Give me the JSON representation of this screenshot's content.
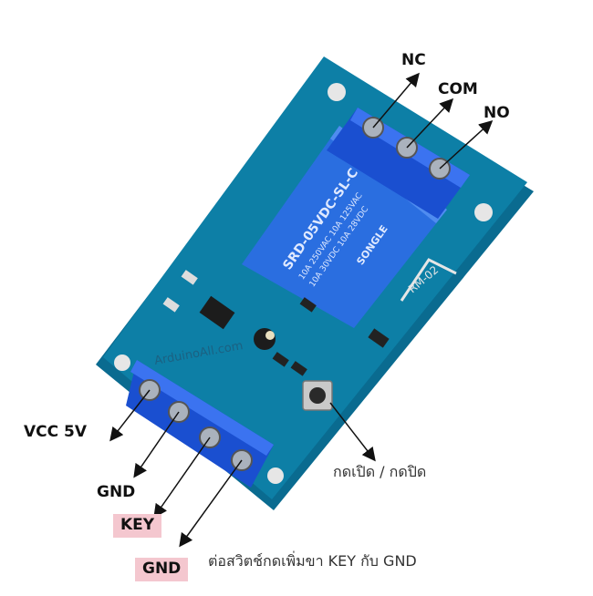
{
  "labels": {
    "nc": "NC",
    "com": "COM",
    "no": "NO",
    "vcc": "VCC 5V",
    "gnd_top": "GND",
    "key": "KEY",
    "gnd_bottom": "GND",
    "button_note": "กดเปิด / กดปิด",
    "switch_note": "ต่อสวิตช์กดเพิ่มขา KEY กับ GND"
  },
  "board_text": {
    "relay_model": "SRD-05VDC-SL-C",
    "rating_1": "10A 250VAC 10A 125VAC",
    "rating_2": "10A 30VDC 10A 28VDC",
    "brand": "SONGLE",
    "module_code": "RM-02",
    "watermark": "ArduinoAll.com"
  },
  "colors": {
    "pcb": "#0d7fa6",
    "pcb_dark": "#075f80",
    "terminal": "#1a4fd0",
    "relay": "#2a6ee0",
    "highlight": "#f4c7cf"
  }
}
